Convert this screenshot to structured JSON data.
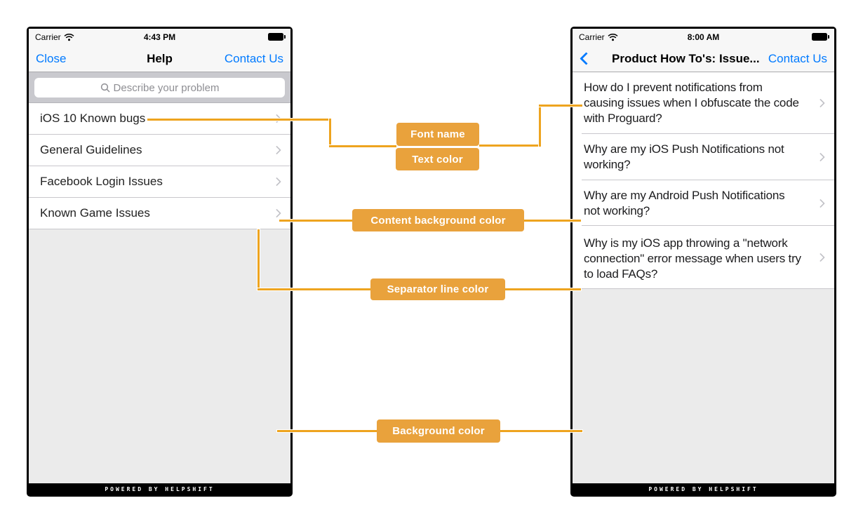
{
  "colors": {
    "annotation_button_fill": "#E9A23C",
    "annotation_line": "#EEA41F",
    "ios_link_blue": "#007AFF",
    "content_background": "#FFFFFF",
    "screen_background": "#EBEBEB",
    "search_bar_background": "#C9C9CE",
    "separator": "#C8C7CC",
    "list_text": "#1C1C1E"
  },
  "left_phone": {
    "status_bar": {
      "carrier": "Carrier",
      "time": "4:43 PM"
    },
    "nav_bar": {
      "left_action": "Close",
      "title": "Help",
      "right_action": "Contact Us"
    },
    "search": {
      "placeholder": "Describe your problem"
    },
    "sections": [
      {
        "label": "iOS 10 Known bugs"
      },
      {
        "label": "General Guidelines"
      },
      {
        "label": "Facebook Login Issues"
      },
      {
        "label": "Known Game Issues"
      }
    ],
    "powered_by": "POWERED BY HELPSHIFT"
  },
  "right_phone": {
    "status_bar": {
      "carrier": "Carrier",
      "time": "8:00 AM"
    },
    "nav_bar": {
      "title": "Product How To's: Issue...",
      "right_action": "Contact Us"
    },
    "faqs": [
      {
        "label": "How do I prevent notifications from causing issues when I obfuscate the code with Proguard?"
      },
      {
        "label": "Why are my iOS Push Notifications not working?"
      },
      {
        "label": "Why are my Android Push Notifications not working?"
      },
      {
        "label": "Why is my iOS app throwing a \"network connection\" error message when users try to load FAQs?"
      }
    ],
    "powered_by": "POWERED BY HELPSHIFT"
  },
  "annotations": {
    "font_name": "Font name",
    "text_color": "Text color",
    "content_background": "Content background color",
    "separator_line": "Separator line color",
    "background": "Background color"
  }
}
